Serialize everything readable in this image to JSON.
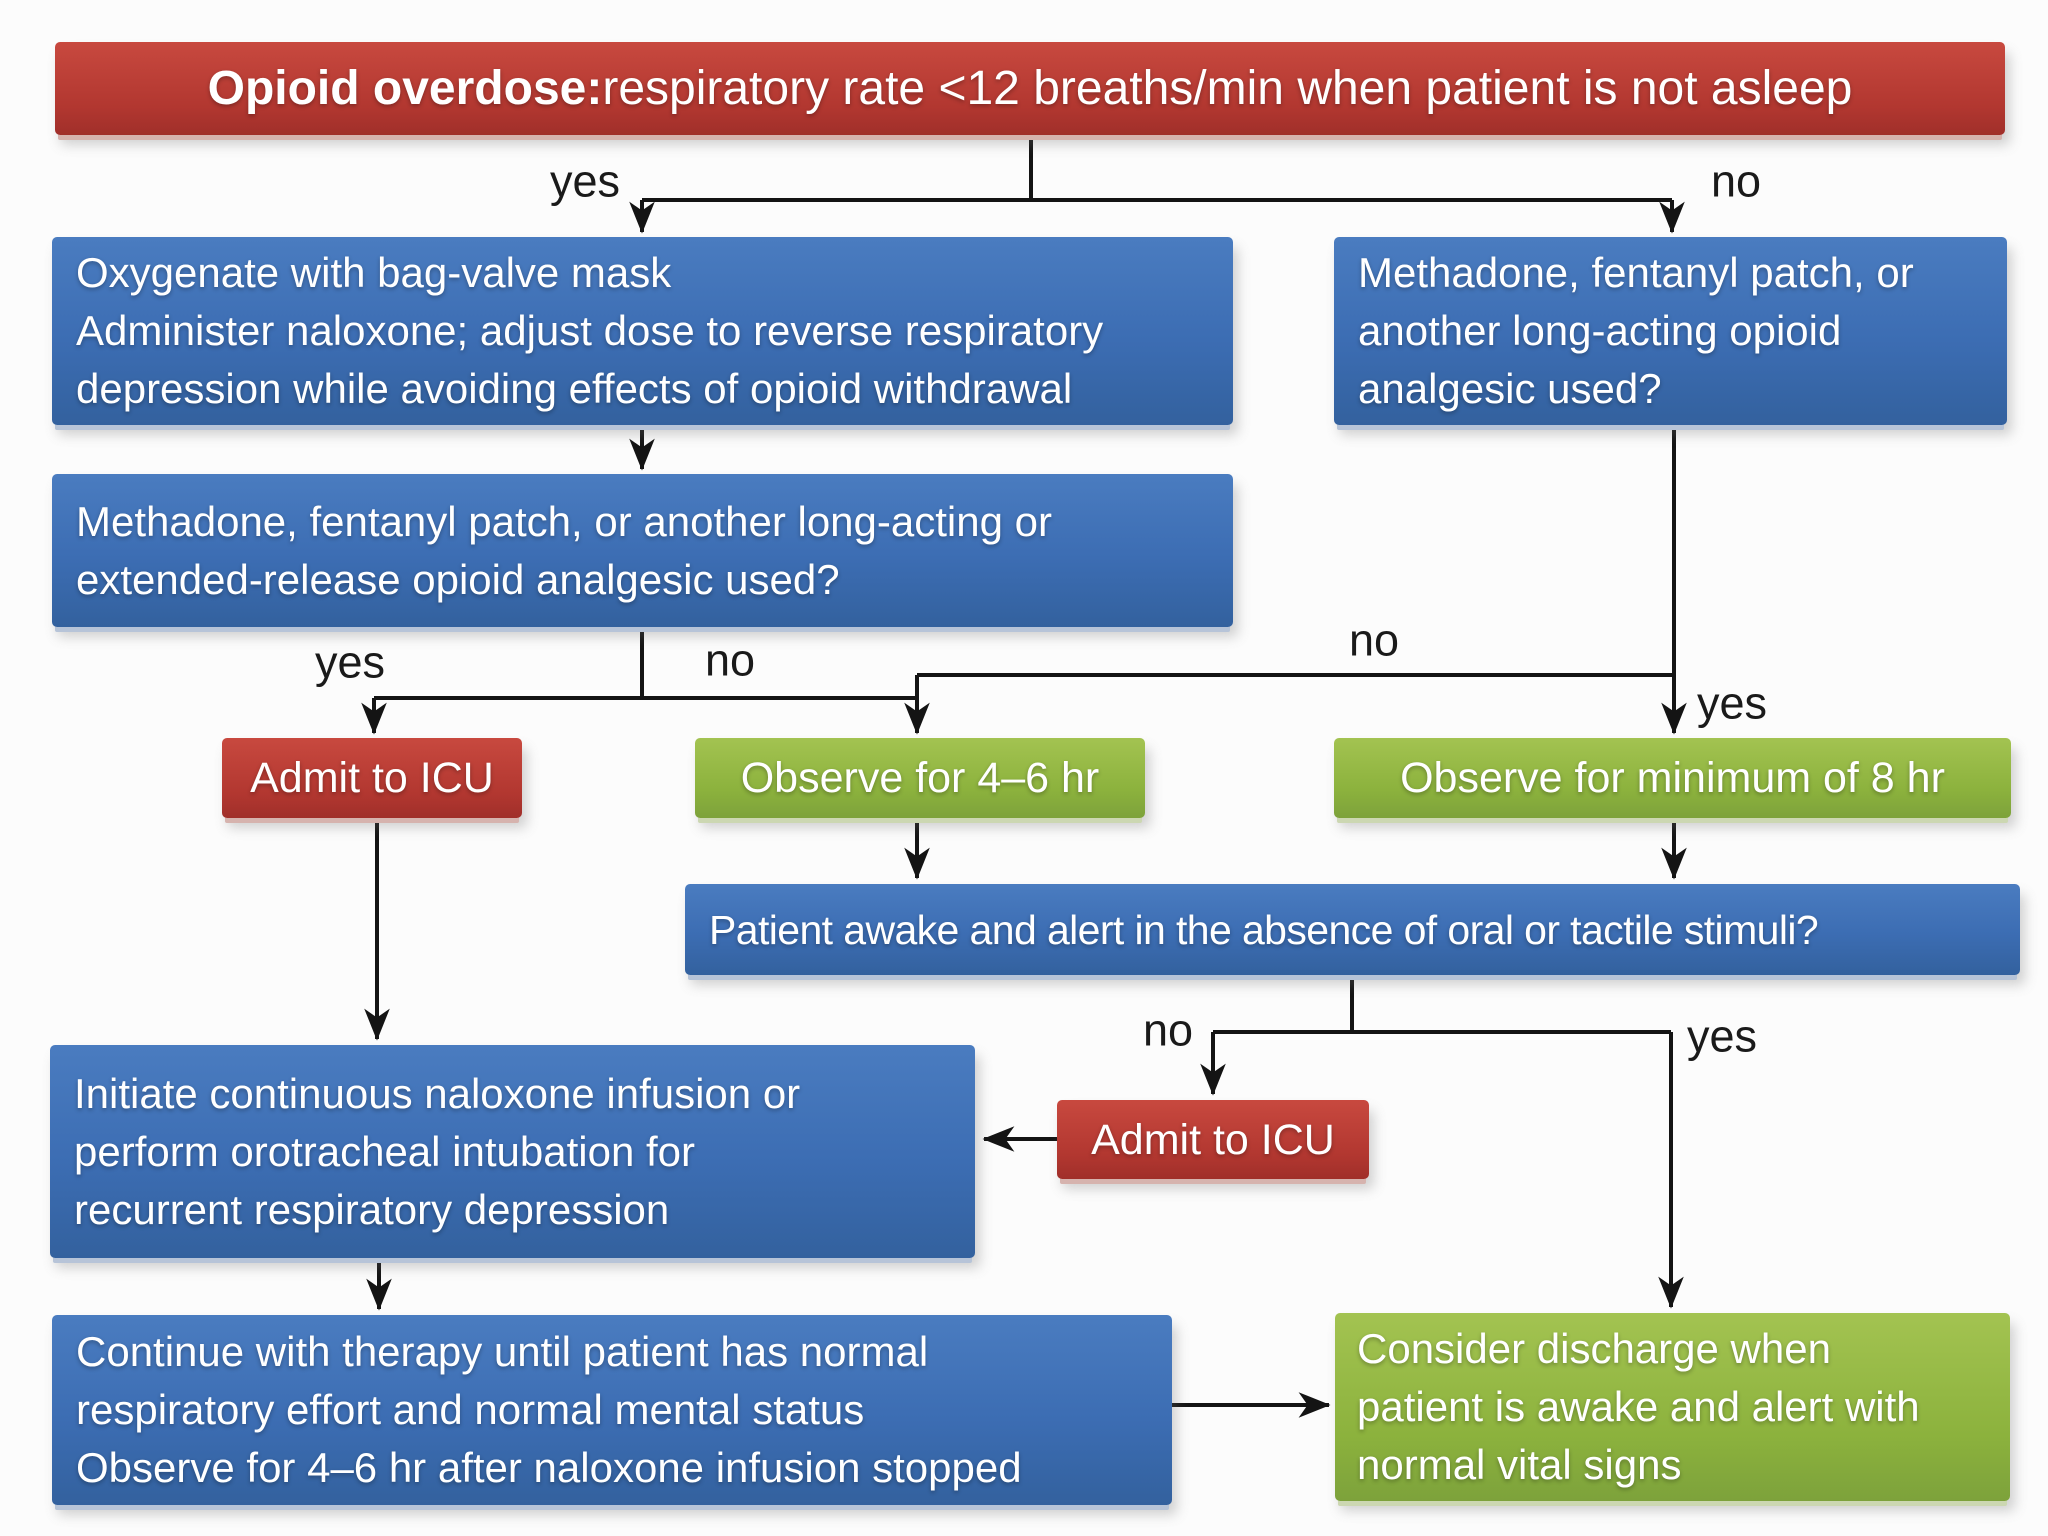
{
  "palette": {
    "background": "#fcfcfc",
    "box_blue": "#3c6db3",
    "box_red": "#b23730",
    "box_green": "#8cb23d",
    "box_text": "#ffffff",
    "connector": "#141414",
    "branch_label_text": "#1a1a1a"
  },
  "title": {
    "bold": "Opioid overdose:",
    "rest": " respiratory rate <12 breaths/min when patient is not asleep"
  },
  "nodes": {
    "oxygenate_naloxone": {
      "lines": [
        "Oxygenate with bag-valve mask",
        "Administer naloxone; adjust dose to reverse respiratory",
        "depression while avoiding effects of opioid withdrawal"
      ]
    },
    "long_acting_right": {
      "lines": [
        "Methadone, fentanyl patch, or",
        "another long-acting opioid",
        "analgesic used?"
      ]
    },
    "long_acting_left": {
      "lines": [
        "Methadone, fentanyl patch, or another long-acting or",
        "extended-release opioid analgesic used?"
      ]
    },
    "admit_icu_1": {
      "text": "Admit to ICU"
    },
    "observe_4_6": {
      "text": "Observe for 4–6 hr"
    },
    "observe_min_8": {
      "text": "Observe for minimum of 8 hr"
    },
    "awake_alert": {
      "text": "Patient awake and alert in the absence of oral or tactile stimuli?"
    },
    "admit_icu_2": {
      "text": "Admit to ICU"
    },
    "naloxone_infusion": {
      "lines": [
        "Initiate continuous naloxone infusion or",
        "perform orotracheal intubation for",
        "recurrent respiratory depression"
      ]
    },
    "continue_therapy": {
      "lines": [
        "Continue with therapy until patient has normal",
        "respiratory effort and normal mental status",
        "Observe for 4–6 hr after naloxone infusion stopped"
      ]
    },
    "consider_discharge": {
      "lines": [
        "Consider discharge when",
        "patient is awake and alert with",
        "normal vital signs"
      ]
    }
  },
  "branch_labels": {
    "top_yes": "yes",
    "top_no": "no",
    "left_split_yes": "yes",
    "left_split_no": "no",
    "right_split_no": "no",
    "right_split_yes": "yes",
    "awake_no": "no",
    "awake_yes": "yes"
  }
}
